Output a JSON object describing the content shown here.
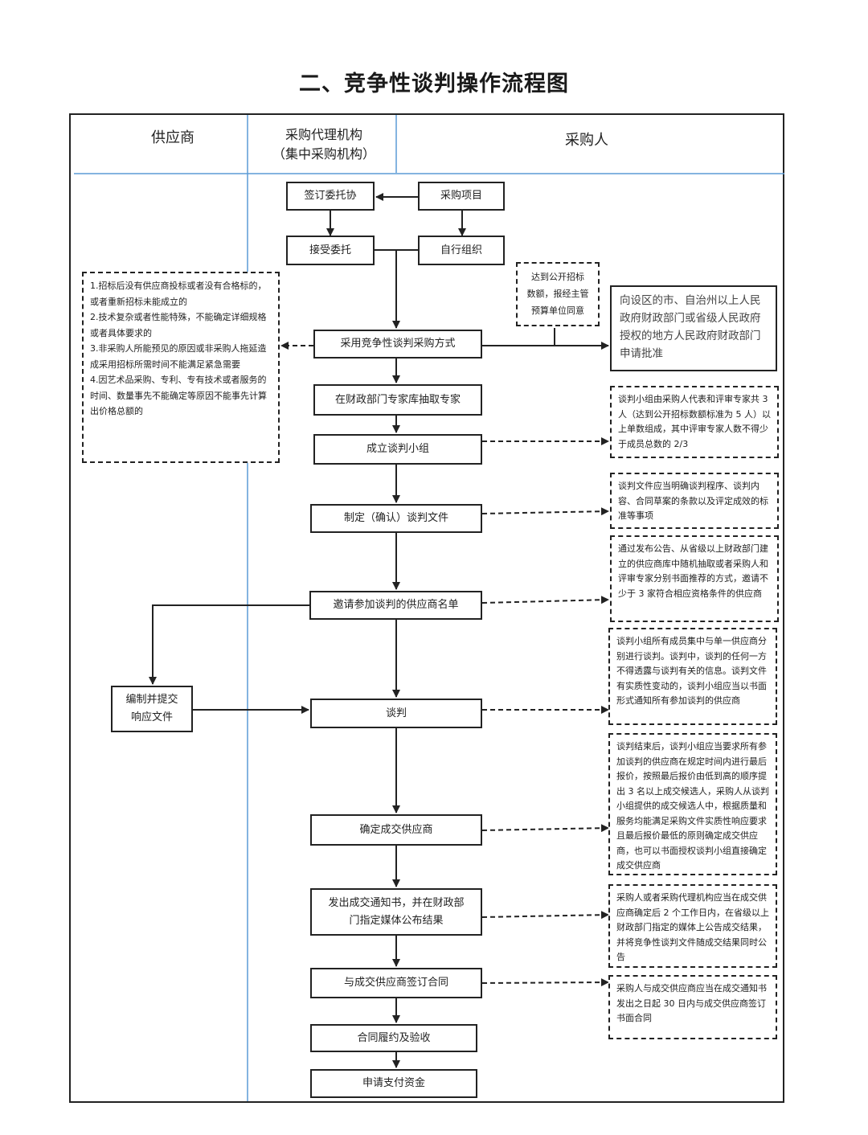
{
  "title": "二、竞争性谈判操作流程图",
  "lanes": {
    "supplier": "供应商",
    "agency": "采购代理机构\n（集中采购机构）",
    "purchaser": "采购人"
  },
  "steps": {
    "sign_commission": "签订委托协",
    "purchase_project": "采购项目",
    "accept_commission": "接受委托",
    "self_organize": "自行组织",
    "adopt_method": "采用竞争性谈判采购方式",
    "draw_experts": "在财政部门专家库抽取专家",
    "form_group": "成立谈判小组",
    "make_docs": "制定（确认）谈判文件",
    "invite_list": "邀请参加谈判的供应商名单",
    "prepare_response": "编制并提交\n响应文件",
    "negotiate": "谈判",
    "determine_supplier": "确定成交供应商",
    "issue_notice": "发出成交通知书，并在财政部\n门指定媒体公布结果",
    "sign_contract": "与成交供应商签订合同",
    "performance": "合同履约及验收",
    "apply_payment": "申请支付资金"
  },
  "notes": {
    "conditions": "1.招标后没有供应商投标或者没有合格标的，或者重新招标未能成立的\n2.技术复杂或者性能特殊，不能确定详细规格或者具体要求的\n3.非采购人所能预见的原因或非采购人拖延造成采用招标所需时间不能满足紧急需要\n4.因艺术品采购、专利、专有技术或者服务的时间、数量事先不能确定等原因不能事先计算出价格总额的",
    "budget_approval": "达到公开招标\n数额，报经主管\n预算单位同意",
    "apply_approval": "向设区的市、自治州以上人民政府财政部门或省级人民政府授权的地方人民政府财政部门申请批准",
    "group_composition": "谈判小组由采购人代表和评审专家共 3 人（达到公开招标数额标准为 5 人）以上单数组成，其中评审专家人数不得少于成员总数的 2/3",
    "doc_content": "谈判文件应当明确谈判程序、谈判内容、合同草案的条款以及评定成效的标准等事项",
    "invite_method": "通过发布公告、从省级以上财政部门建立的供应商库中随机抽取或者采购人和评审专家分别书面推荐的方式，邀请不少于 3 家符合相应资格条件的供应商",
    "negotiation_rules": "谈判小组所有成员集中与单一供应商分别进行谈判。谈判中，谈判的任何一方不得透露与谈判有关的信息。谈判文件有实质性变动的，谈判小组应当以书面形式通知所有参加谈判的供应商",
    "determine_rules": "谈判结束后，谈判小组应当要求所有参加谈判的供应商在规定时间内进行最后报价，按照最后报价由低到高的顺序提出 3 名以上成交候选人，采购人从谈判小组提供的成交候选人中，根据质量和服务均能满足采购文件实质性响应要求且最后报价最低的原则确定成交供应商，也可以书面授权谈判小组直接确定成交供应商",
    "announce_rules": "采购人或者采购代理机构应当在成交供应商确定后 2 个工作日内，在省级以上财政部门指定的媒体上公告成交结果，并将竞争性谈判文件随成交结果同时公告",
    "contract_rules": "采购人与成交供应商应当在成交通知书发出之日起 30 日内与成交供应商签订书面合同"
  },
  "colors": {
    "lane_line": "#5b9bd5",
    "stroke": "#222222"
  }
}
